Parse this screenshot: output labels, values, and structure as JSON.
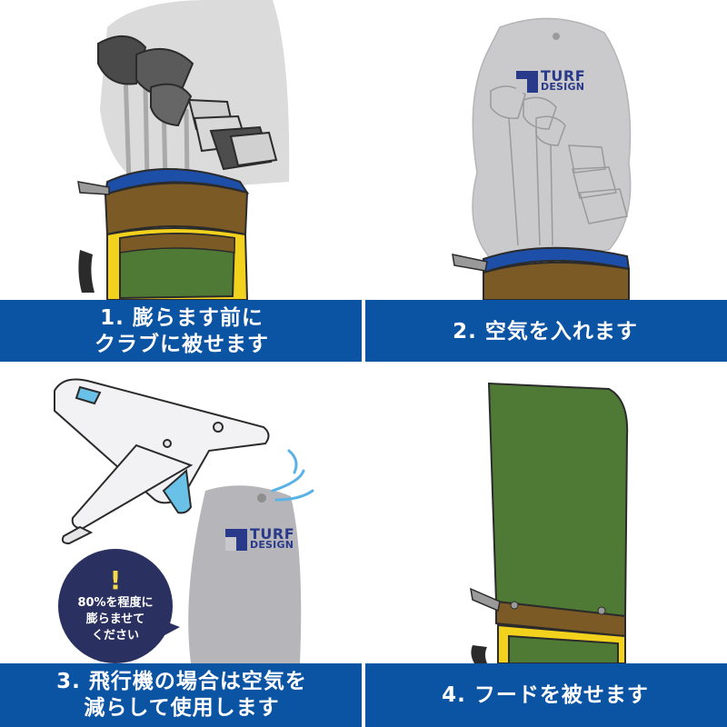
{
  "steps": [
    {
      "line1": "1. 膨らます前に",
      "line2": "クラブに被せます"
    },
    {
      "line1": "2. 空気を入れます",
      "line2": ""
    },
    {
      "line1": "3. 飛行機の場合は空気を",
      "line2": "減らして使用します"
    },
    {
      "line1": "4. フードを被せます",
      "line2": ""
    }
  ],
  "logo": {
    "line1": "TURF",
    "line2": "DESIGN"
  },
  "bubble": {
    "mark": "!",
    "lines": [
      "80%を程度に",
      "膨らませて",
      "ください"
    ]
  },
  "colors": {
    "caption_bg": "#0b53a3",
    "bag_olive": "#4f7a35",
    "bag_brown": "#7c5a25",
    "bag_yellow": "#f3d21e",
    "bag_blue": "#1d4fa8",
    "bubble_bg": "#2a3160",
    "logo_navy": "#2a3a8a"
  },
  "icons": [
    "golf-club-icon",
    "airplane-icon",
    "air-valve-icon",
    "exclamation-icon",
    "turf-design-logo-icon"
  ]
}
